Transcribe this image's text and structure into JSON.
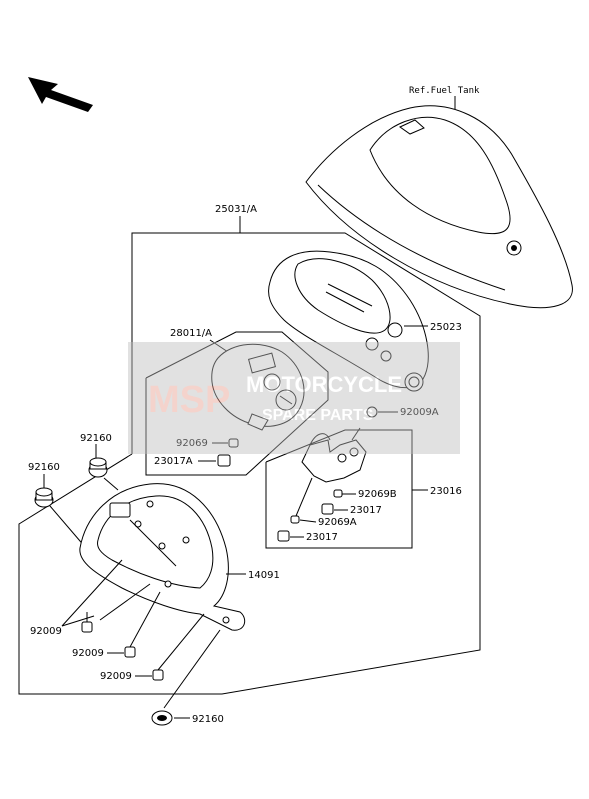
{
  "diagram": {
    "ref_label": "Ref.Fuel Tank",
    "parts": {
      "p25031A": "25031/A",
      "p25023": "25023",
      "p28011A": "28011/A",
      "p92009A": "92009A",
      "p92069": "92069",
      "p23017A": "23017A",
      "p92069B": "92069B",
      "p23016": "23016",
      "p23017_1": "23017",
      "p92069A": "92069A",
      "p23017_2": "23017",
      "p92160_1": "92160",
      "p92160_2": "92160",
      "p14091": "14091",
      "p92009_1": "92009",
      "p92009_2": "92009",
      "p92009_3": "92009",
      "p92160_3": "92160"
    },
    "watermark": {
      "logo": "MSP",
      "line1": "MOTORCYCLE",
      "line2": "SPARE PARTS",
      "accent_color": "#e8a090",
      "gray_color": "#bdbdbd"
    },
    "direction_icon": "front-arrow-icon"
  }
}
